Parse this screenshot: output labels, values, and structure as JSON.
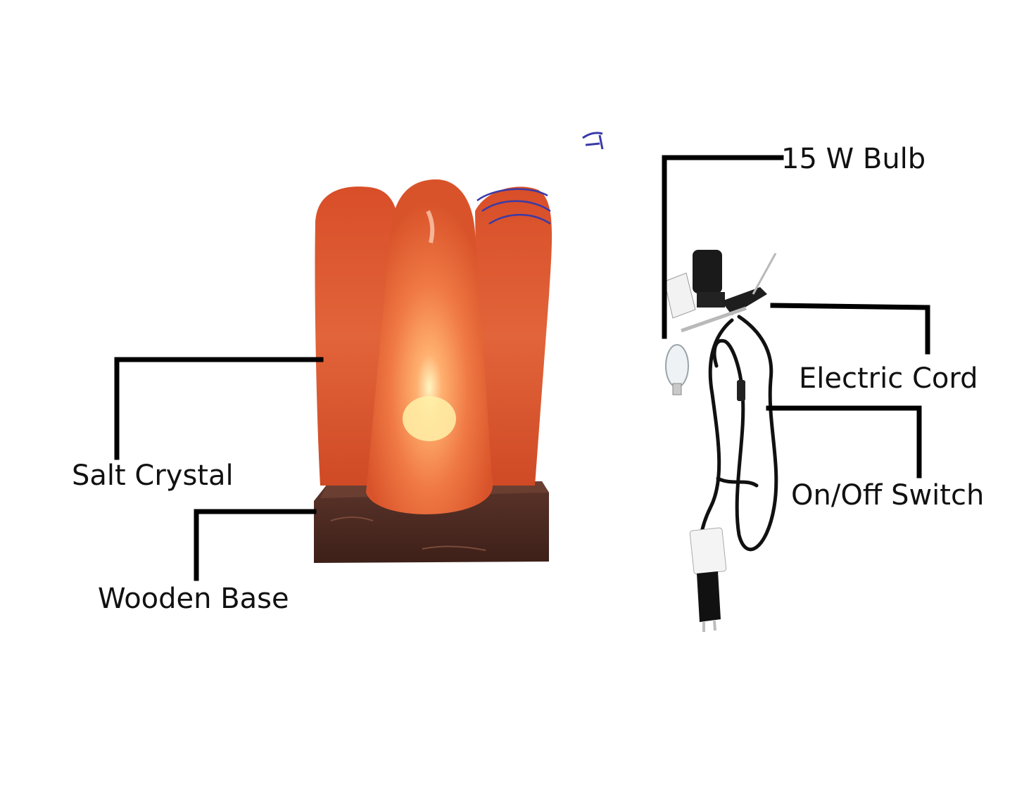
{
  "labels": {
    "bulb": "15 W Bulb",
    "cord": "Electric Cord",
    "switch": "On/Off Switch",
    "crystal": "Salt Crystal",
    "base": "Wooden Base"
  },
  "colors": {
    "leader": "#000000",
    "salt_dark": "#c9451f",
    "salt_mid": "#e8723f",
    "glow": "#fff1a8",
    "wood": "#4a2a22",
    "cable": "#111111",
    "ink_mark": "#3a3aa8"
  }
}
